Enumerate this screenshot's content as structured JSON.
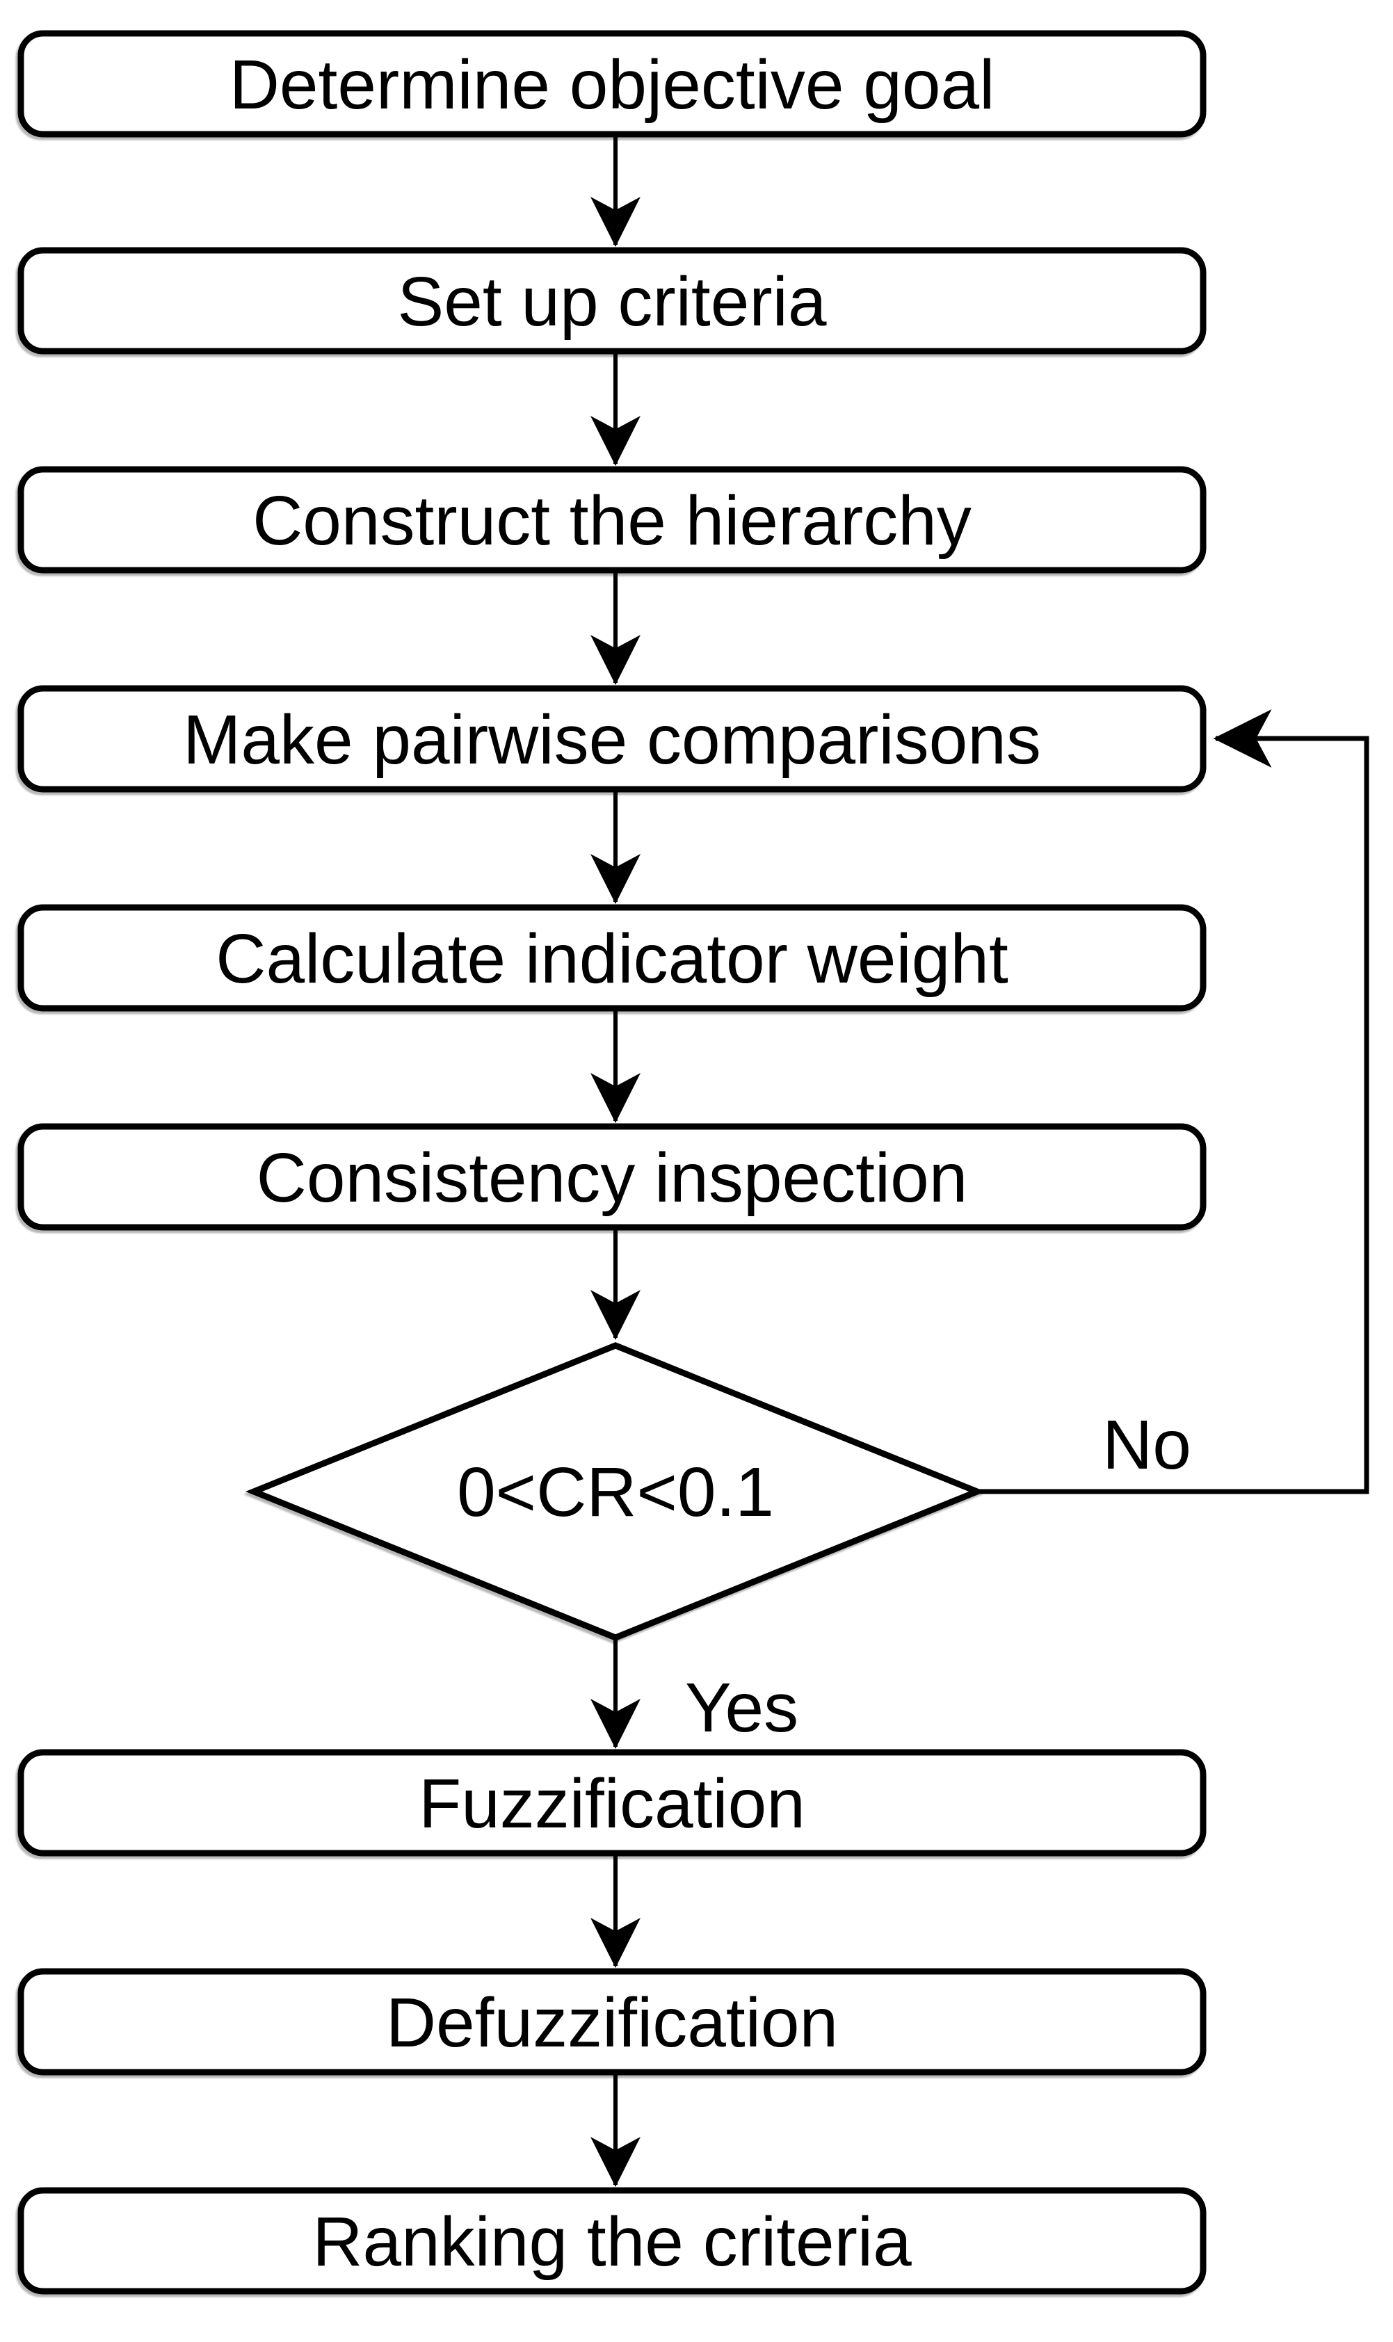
{
  "diagram": {
    "type": "flowchart",
    "background_color": "#ffffff",
    "line_color": "#000000",
    "text_color": "#000000",
    "fill_color": "#ffffff",
    "nodes": [
      {
        "id": "determine-objective-goal",
        "shape": "process",
        "label": "Determine objective goal"
      },
      {
        "id": "set-up-criteria",
        "shape": "process",
        "label": "Set up criteria"
      },
      {
        "id": "construct-the-hierarchy",
        "shape": "process",
        "label": "Construct the hierarchy"
      },
      {
        "id": "make-pairwise-comparisons",
        "shape": "process",
        "label": "Make pairwise comparisons"
      },
      {
        "id": "calculate-indicator-weight",
        "shape": "process",
        "label": "Calculate indicator weight"
      },
      {
        "id": "consistency-inspection",
        "shape": "process",
        "label": "Consistency inspection"
      },
      {
        "id": "cr-decision",
        "shape": "decision",
        "label": "0<CR<0.1"
      },
      {
        "id": "fuzzification",
        "shape": "process",
        "label": "Fuzzification"
      },
      {
        "id": "defuzzification",
        "shape": "process",
        "label": "Defuzzification"
      },
      {
        "id": "ranking-the-criteria",
        "shape": "process",
        "label": "Ranking the criteria"
      }
    ],
    "edges": [
      {
        "from": "determine-objective-goal",
        "to": "set-up-criteria",
        "label": ""
      },
      {
        "from": "set-up-criteria",
        "to": "construct-the-hierarchy",
        "label": ""
      },
      {
        "from": "construct-the-hierarchy",
        "to": "make-pairwise-comparisons",
        "label": ""
      },
      {
        "from": "make-pairwise-comparisons",
        "to": "calculate-indicator-weight",
        "label": ""
      },
      {
        "from": "calculate-indicator-weight",
        "to": "consistency-inspection",
        "label": ""
      },
      {
        "from": "consistency-inspection",
        "to": "cr-decision",
        "label": ""
      },
      {
        "from": "cr-decision",
        "to": "fuzzification",
        "label": "Yes"
      },
      {
        "from": "cr-decision",
        "to": "make-pairwise-comparisons",
        "label": "No"
      },
      {
        "from": "fuzzification",
        "to": "defuzzification",
        "label": ""
      },
      {
        "from": "defuzzification",
        "to": "ranking-the-criteria",
        "label": ""
      }
    ]
  }
}
